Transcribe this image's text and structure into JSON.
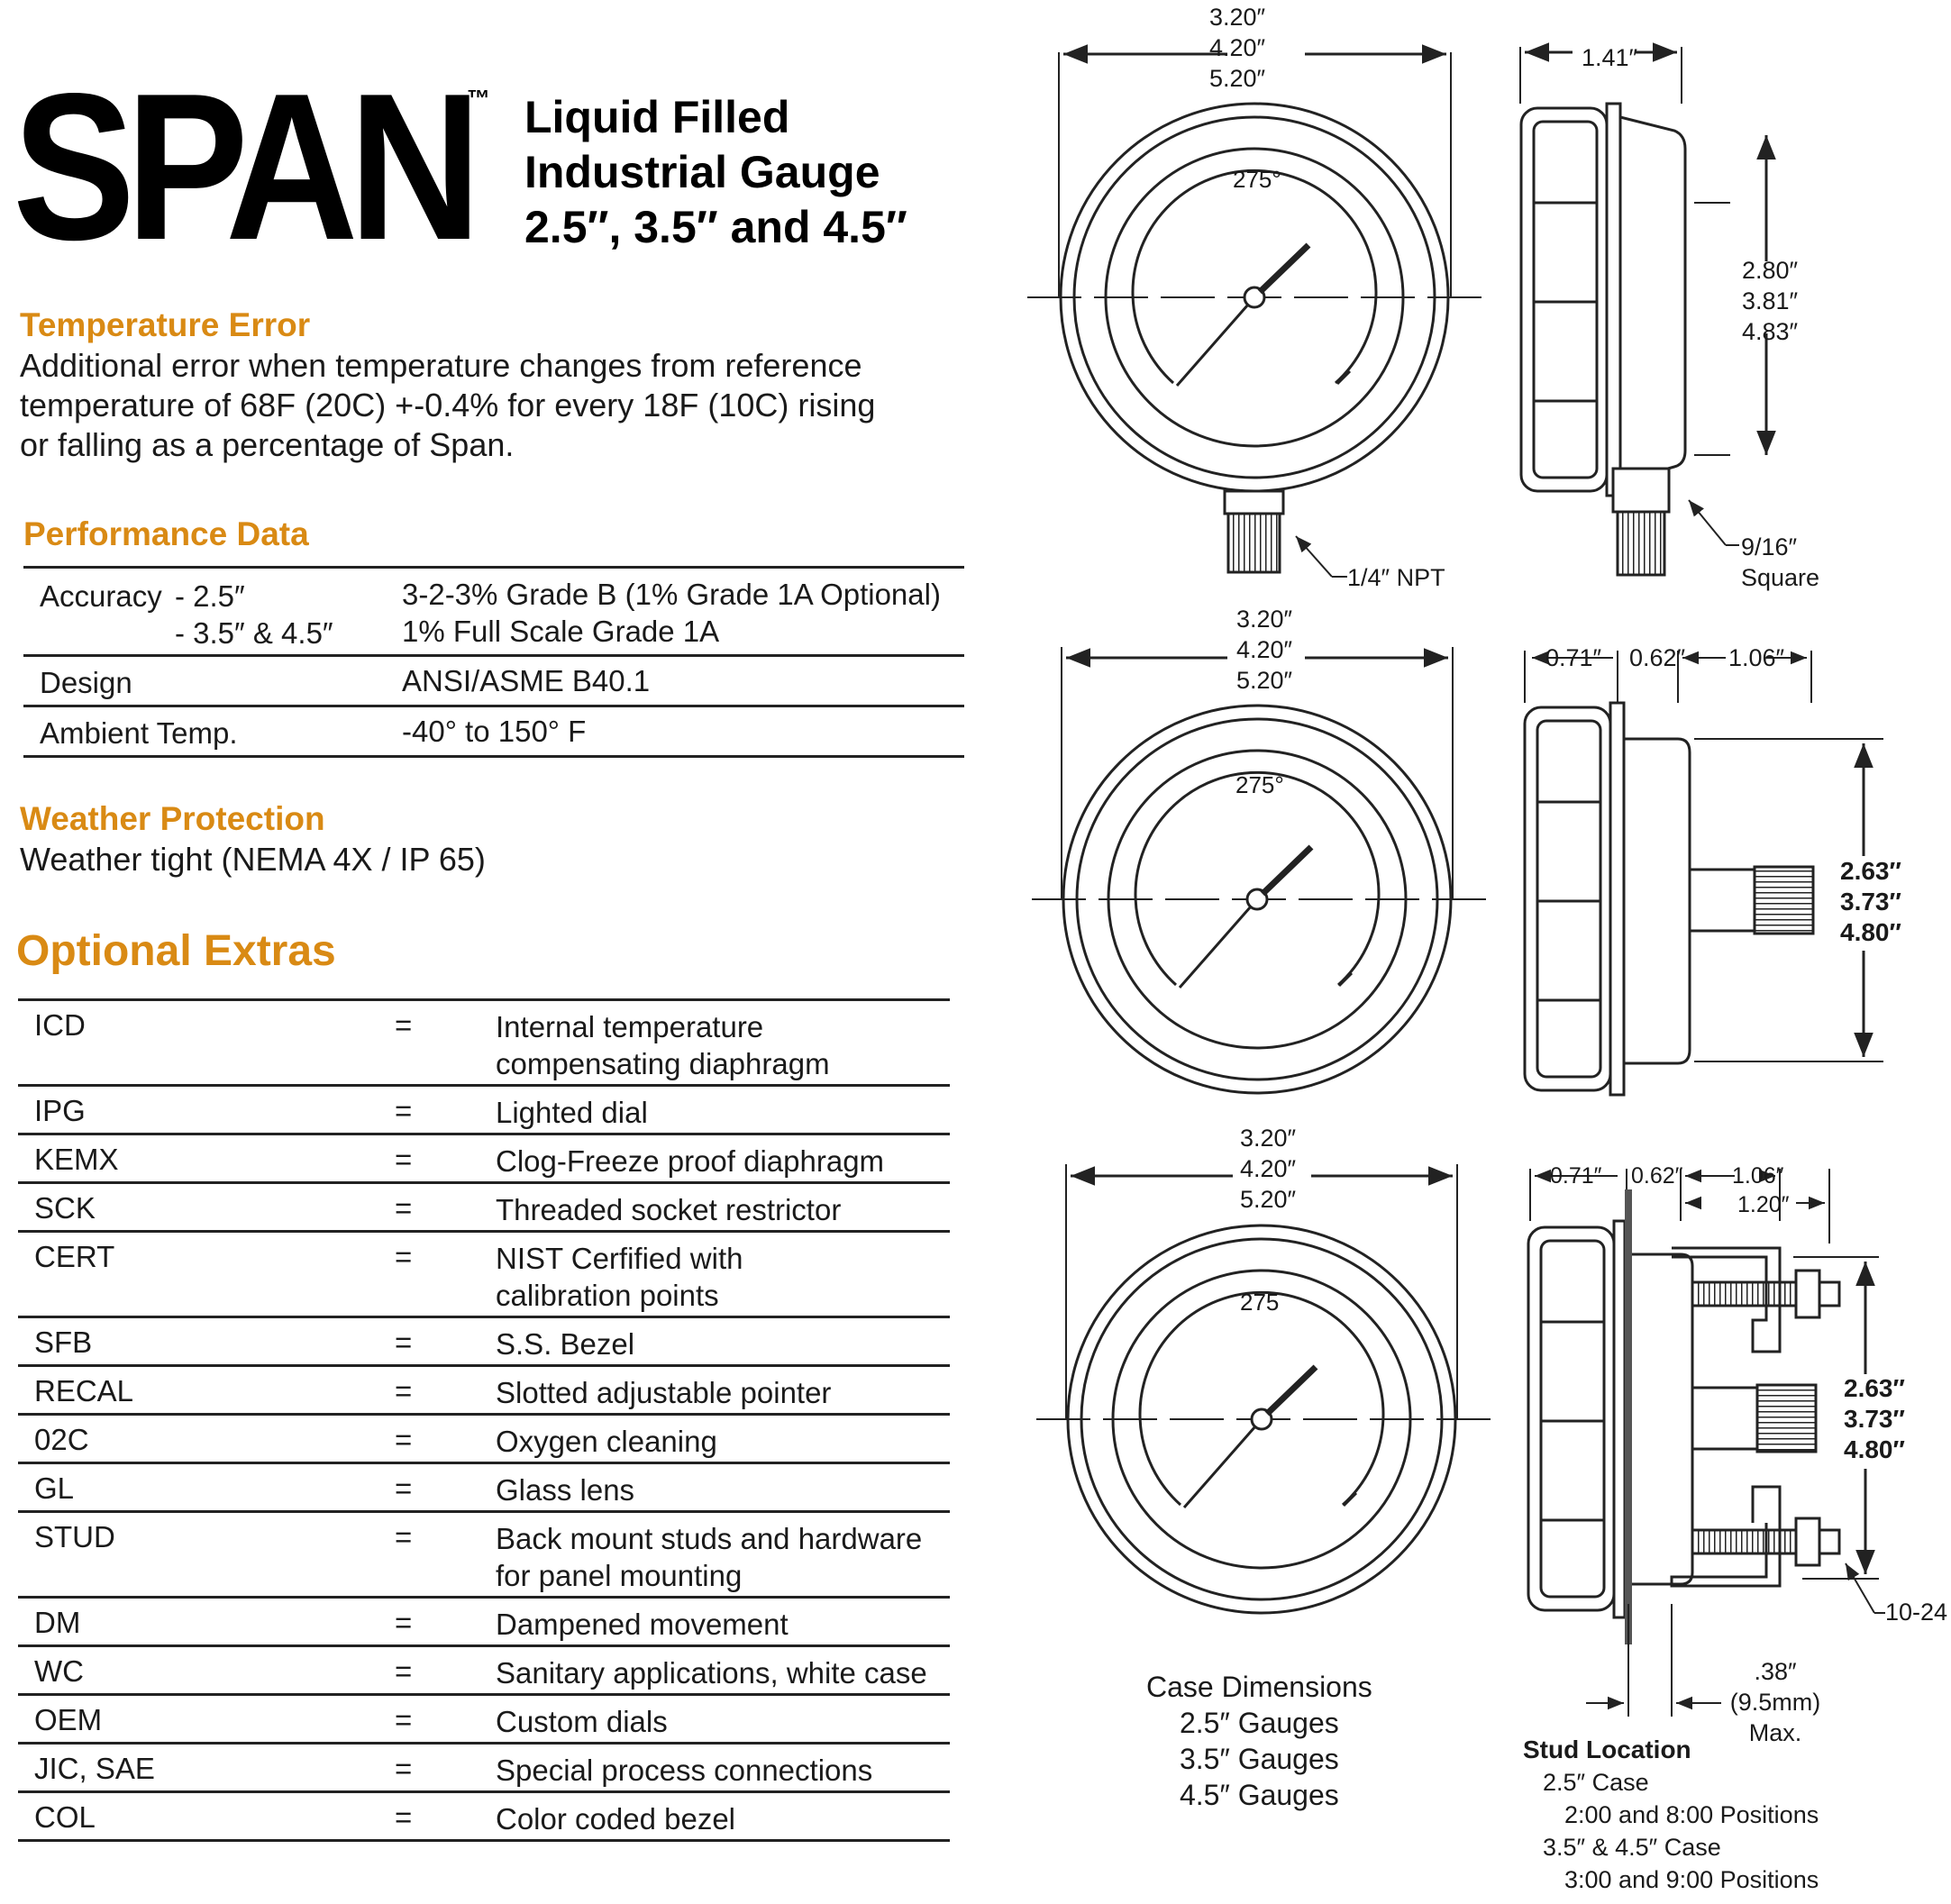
{
  "brand": {
    "logo": "SPAN",
    "tm": "™"
  },
  "title": {
    "line1": "Liquid Filled",
    "line2": "Industrial Gauge",
    "line3": "2.5″, 3.5″ and 4.5″"
  },
  "temperature_error": {
    "heading": "Temperature Error",
    "lines": [
      "Additional error when temperature changes from reference",
      "temperature of 68F (20C) +-0.4% for every 18F (10C) rising",
      "or falling as a percentage of Span."
    ]
  },
  "performance": {
    "heading": "Performance Data",
    "accuracy_label": "Accuracy",
    "accuracy_sizes": [
      "- 2.5″",
      "- 3.5″ & 4.5″"
    ],
    "accuracy_values": [
      "3-2-3% Grade B  (1% Grade 1A Optional)",
      "1% Full Scale Grade 1A"
    ],
    "design_label": "Design",
    "design_value": "ANSI/ASME B40.1",
    "ambient_label": "Ambient Temp.",
    "ambient_value": "-40° to 150° F"
  },
  "weather": {
    "heading": "Weather Protection",
    "text": "Weather tight (NEMA 4X / IP 65)"
  },
  "extras": {
    "heading": "Optional Extras",
    "rows": [
      {
        "code": "ICD",
        "eq": "=",
        "desc": [
          "Internal temperature",
          "compensating diaphragm"
        ]
      },
      {
        "code": "IPG",
        "eq": "=",
        "desc": [
          "Lighted dial"
        ]
      },
      {
        "code": "KEMX",
        "eq": "=",
        "desc": [
          "Clog-Freeze proof diaphragm"
        ]
      },
      {
        "code": "SCK",
        "eq": "=",
        "desc": [
          "Threaded socket restrictor"
        ]
      },
      {
        "code": "CERT",
        "eq": "=",
        "desc": [
          "NIST Cerfified with",
          "calibration points"
        ]
      },
      {
        "code": "SFB",
        "eq": "=",
        "desc": [
          "S.S. Bezel"
        ]
      },
      {
        "code": "RECAL",
        "eq": "=",
        "desc": [
          "Slotted adjustable pointer"
        ]
      },
      {
        "code": "02C",
        "eq": "=",
        "desc": [
          "Oxygen cleaning"
        ]
      },
      {
        "code": "GL",
        "eq": "=",
        "desc": [
          "Glass lens"
        ]
      },
      {
        "code": "STUD",
        "eq": "=",
        "desc": [
          "Back mount studs and hardware",
          "for panel mounting"
        ]
      },
      {
        "code": "DM",
        "eq": "=",
        "desc": [
          "Dampened movement"
        ]
      },
      {
        "code": "WC",
        "eq": "=",
        "desc": [
          "Sanitary applications, white case"
        ]
      },
      {
        "code": "OEM",
        "eq": "=",
        "desc": [
          "Custom dials"
        ]
      },
      {
        "code": "JIC, SAE",
        "eq": "=",
        "desc": [
          "Special process connections"
        ]
      },
      {
        "code": "COL",
        "eq": "=",
        "desc": [
          "Color coded bezel"
        ]
      }
    ]
  },
  "drawings": {
    "dia": [
      "3.20″",
      "4.20″",
      "5.20″"
    ],
    "scale_275_deg": "275°",
    "scale_275": "275",
    "depth_141": "1.41″",
    "height_bottom": [
      "2.80″",
      "3.81″",
      "4.83″"
    ],
    "npt": "1/4″ NPT",
    "square_916": "9/16″",
    "square_word": "Square",
    "d071": "0.71″",
    "d062": "0.62″",
    "d106": "1.06″",
    "d120": "1.20″",
    "height_back": [
      "2.63″",
      "3.73″",
      "4.80″"
    ],
    "stud_thread": "10-24",
    "stud_max": [
      ".38″",
      "(9.5mm)",
      "Max."
    ],
    "case_dims": [
      "Case Dimensions",
      "2.5″ Gauges",
      "3.5″ Gauges",
      "4.5″ Gauges"
    ],
    "stud_location": {
      "title": "Stud Location",
      "lines": [
        "2.5″ Case",
        "2:00 and 8:00 Positions",
        "3.5″ & 4.5″ Case",
        "3:00 and 9:00 Positions"
      ]
    }
  },
  "colors": {
    "heading": "#d98a14",
    "text": "#1a1a1a",
    "line": "#222222"
  }
}
